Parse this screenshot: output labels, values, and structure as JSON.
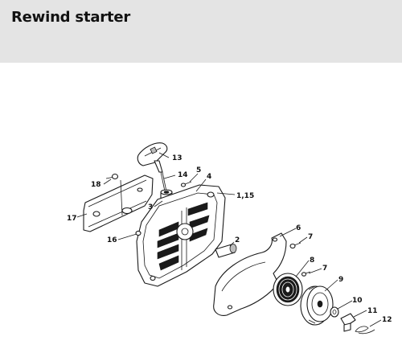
{
  "header": {
    "title": "Rewind starter"
  },
  "callouts": [
    {
      "id": "c13",
      "text": "13"
    },
    {
      "id": "c18",
      "text": "18"
    },
    {
      "id": "c14",
      "text": "14"
    },
    {
      "id": "c5",
      "text": "5"
    },
    {
      "id": "c4",
      "text": "4"
    },
    {
      "id": "c3",
      "text": "3"
    },
    {
      "id": "c115",
      "text": "1,15"
    },
    {
      "id": "c17",
      "text": "17"
    },
    {
      "id": "c6",
      "text": "6"
    },
    {
      "id": "c7a",
      "text": "7"
    },
    {
      "id": "c16",
      "text": "16"
    },
    {
      "id": "c2",
      "text": "2"
    },
    {
      "id": "c8",
      "text": "8"
    },
    {
      "id": "c7b",
      "text": "7"
    },
    {
      "id": "c9",
      "text": "9"
    },
    {
      "id": "c10",
      "text": "10"
    },
    {
      "id": "c11",
      "text": "11"
    },
    {
      "id": "c12",
      "text": "12"
    }
  ]
}
